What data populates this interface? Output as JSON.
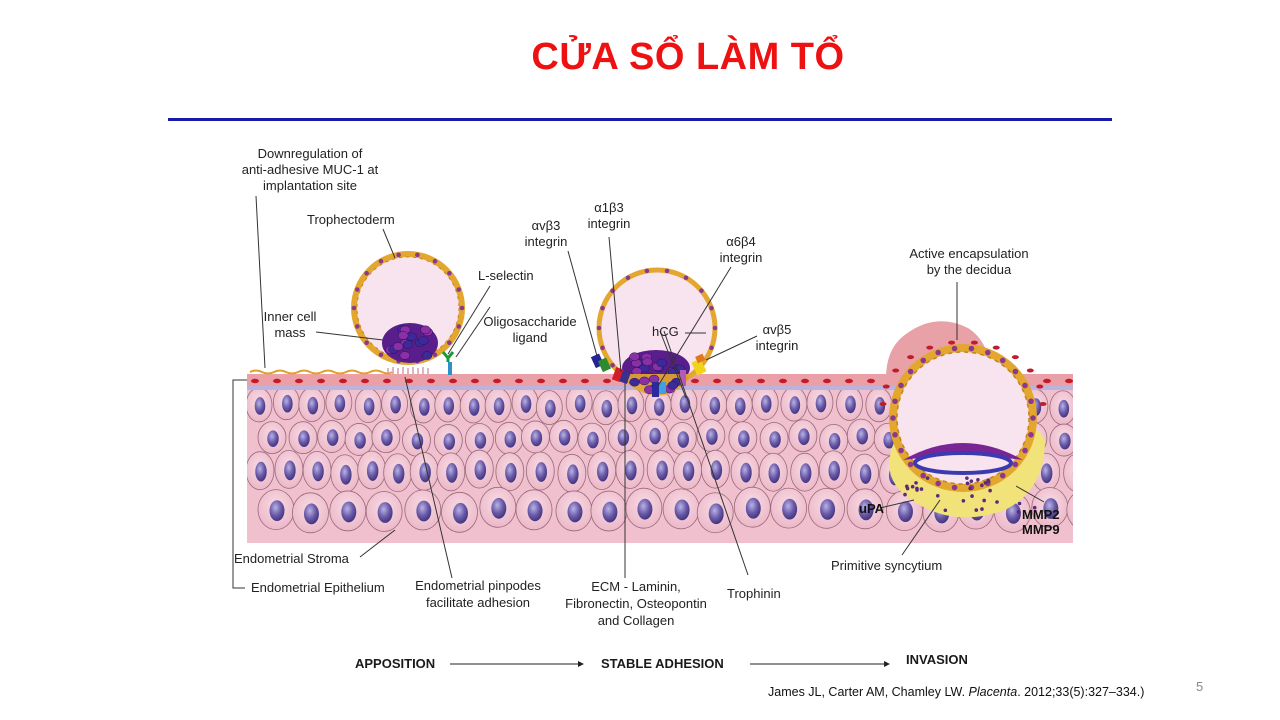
{
  "slide": {
    "title": "CỬA SỔ LÀM TỔ",
    "page_number": "5",
    "colors": {
      "title": "#ee1111",
      "rule": "#1a1aa8",
      "tissue_pink": "#f2c4d2",
      "epithelium": "#e89a9e",
      "trophoblast": "#e3a72f",
      "inner_cell_mass": "#5a1e8c",
      "syncytium": "#f2e27a"
    }
  },
  "figure": {
    "labels": {
      "muc1": [
        "Downregulation of",
        "anti-adhesive MUC-1 at",
        "implantation site"
      ],
      "trophectoderm": "Trophectoderm",
      "inner_cell_mass": [
        "Inner cell",
        "mass"
      ],
      "l_selectin": "L-selectin",
      "oligosaccharide": [
        "Oligosaccharide",
        "ligand"
      ],
      "avb3": [
        "αvβ3",
        "integrin"
      ],
      "a1b3": [
        "α1β3",
        "integrin"
      ],
      "a6b4": [
        "α6β4",
        "integrin"
      ],
      "hcg": "hCG",
      "avb5": [
        "αvβ5",
        "integrin"
      ],
      "encapsulation": [
        "Active encapsulation",
        "by the decidua"
      ],
      "upa": "uPA",
      "mmp": [
        "MMP2",
        "MMP9"
      ],
      "primitive_syncytium": "Primitive syncytium",
      "endometrial_stroma": "Endometrial Stroma",
      "endometrial_epithelium": "Endometrial Epithelium",
      "pinpodes": [
        "Endometrial pinpodes",
        "facilitate adhesion"
      ],
      "ecm": [
        "ECM - Laminin,",
        "Fibronectin, Osteopontin",
        "and Collagen"
      ],
      "trophinin": "Trophinin"
    },
    "stages": [
      "APPOSITION",
      "STABLE ADHESION",
      "INVASION"
    ]
  },
  "citation": {
    "authors": "James JL, Carter AM, Chamley LW. ",
    "journal": "Placenta",
    "details": ". 2012;33(5):327–334.)"
  }
}
